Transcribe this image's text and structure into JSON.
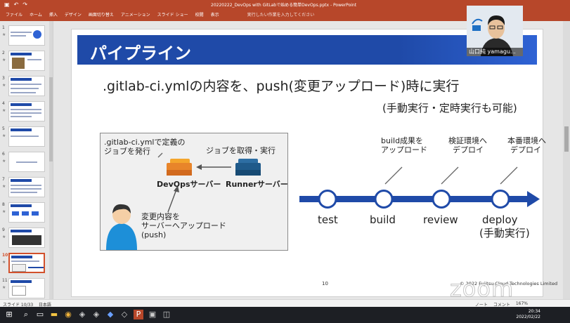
{
  "window": {
    "document_title": "20220222_DevOps with GitLabで始める簡単DevOps.pptx - PowerPoint",
    "ribbon_tabs": [
      "ファイル",
      "ホーム",
      "挿入",
      "デザイン",
      "画面切り替え",
      "アニメーション",
      "スライド ショー",
      "校閲",
      "表示"
    ],
    "search_hint": "実行したい作業を入力してください"
  },
  "thumbnails": {
    "items": [
      {
        "num": "1"
      },
      {
        "num": "2"
      },
      {
        "num": "3"
      },
      {
        "num": "4"
      },
      {
        "num": "5"
      },
      {
        "num": "6"
      },
      {
        "num": "7"
      },
      {
        "num": "8"
      },
      {
        "num": "9"
      },
      {
        "num": "10"
      },
      {
        "num": "11"
      }
    ],
    "selected": "10"
  },
  "slide": {
    "title": "パイプライン",
    "headline": ".gitlab-ci.ymlの内容を、push(変更アップロード)時に実行",
    "subline": "(手動実行・定時実行も可能)",
    "box": {
      "job_def_1": ".gitlab-ci.ymlで定義の",
      "job_def_2": "ジョブを発行",
      "runner_action": "ジョブを取得・実行",
      "devops_server": "DevOpsサーバー",
      "runner_server": "Runnerサーバー",
      "push_1": "変更内容を",
      "push_2": "サーバーへアップロード",
      "push_3": "(push)"
    },
    "flow": {
      "note_build_1": "build成果を",
      "note_build_2": "アップロード",
      "note_review_1": "検証環境へ",
      "note_review_2": "デプロイ",
      "note_deploy_1": "本番環境へ",
      "note_deploy_2": "デプロイ",
      "stage_test": "test",
      "stage_build": "build",
      "stage_review": "review",
      "stage_deploy": "deploy",
      "stage_deploy_sub": "(手動実行)"
    },
    "page_number": "10",
    "copyright": "© 2022 Fujitsu Cloud Technologies Limited"
  },
  "status": {
    "slide_info": "スライド 10/33",
    "language": "日本語",
    "notes": "ノート",
    "comments": "コメント",
    "zoom": "167%"
  },
  "taskbar": {
    "time": "20:34",
    "date": "2022/02/22"
  },
  "webcam": {
    "participant_name": "山口純 yamagu..."
  },
  "watermark": "zoom",
  "colors": {
    "ribbon": "#b7472a",
    "title_band": "#1f4aa8",
    "pipeline_blue": "#1f4aa8",
    "selected_thumb": "#d2502b"
  }
}
